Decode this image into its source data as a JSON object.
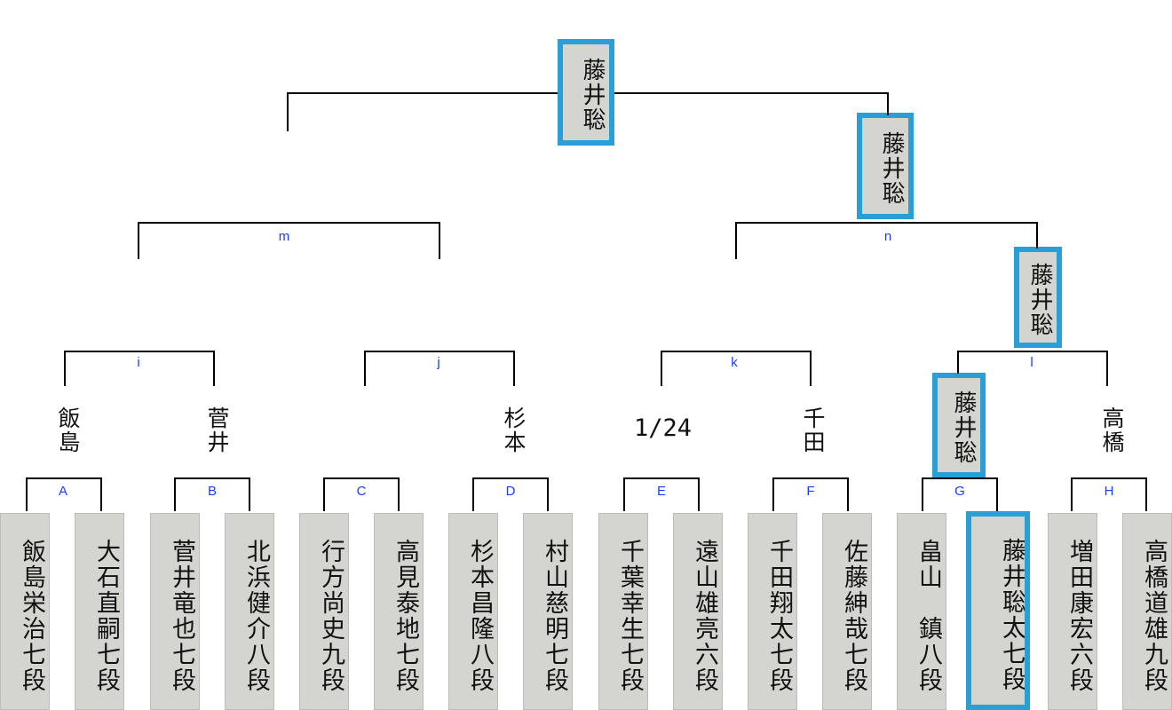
{
  "players": [
    {
      "name": "飯島栄治七段"
    },
    {
      "name": "大石直嗣七段"
    },
    {
      "name": "菅井竜也七段"
    },
    {
      "name": "北浜健介八段"
    },
    {
      "name": "行方尚史九段"
    },
    {
      "name": "高見泰地七段"
    },
    {
      "name": "杉本昌隆八段"
    },
    {
      "name": "村山慈明七段"
    },
    {
      "name": "千葉幸生七段"
    },
    {
      "name": "遠山雄亮六段"
    },
    {
      "name": "千田翔太七段"
    },
    {
      "name": "佐藤紳哉七段"
    },
    {
      "name": "畠山　鎮八段"
    },
    {
      "name": "藤井聡太七段"
    },
    {
      "name": "増田康宏六段"
    },
    {
      "name": "高橋道雄九段"
    }
  ],
  "round1_labels": [
    "A",
    "B",
    "C",
    "D",
    "E",
    "F",
    "G",
    "H"
  ],
  "round2_labels": [
    "i",
    "j",
    "k",
    "l"
  ],
  "round3_labels": [
    "m",
    "n"
  ],
  "round1_winners": [
    "飯島",
    "菅井",
    "",
    "杉本",
    "1/24",
    "千田",
    "藤井聡",
    "高橋"
  ],
  "round2_winners": [
    "藤井聡"
  ],
  "semifinal_winner": "藤井聡",
  "champion": "藤井聡",
  "colors": {
    "highlight": "#2a9fd6",
    "label": "#1a3cff",
    "cell": "#d4d4d0"
  }
}
